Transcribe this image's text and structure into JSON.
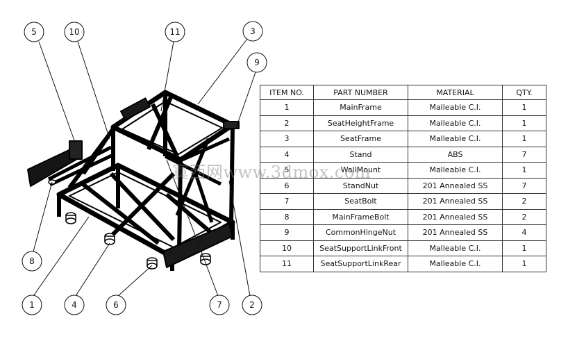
{
  "bom": {
    "headers": {
      "item": "ITEM NO.",
      "part": "PART NUMBER",
      "material": "MATERIAL",
      "qty": "QTY."
    },
    "rows": [
      {
        "item": "1",
        "part": "MainFrame",
        "material": "Malleable C.I.",
        "qty": "1"
      },
      {
        "item": "2",
        "part": "SeatHeightFrame",
        "material": "Malleable C.I.",
        "qty": "1"
      },
      {
        "item": "3",
        "part": "SeatFrame",
        "material": "Malleable C.I.",
        "qty": "1"
      },
      {
        "item": "4",
        "part": "Stand",
        "material": "ABS",
        "qty": "7"
      },
      {
        "item": "5",
        "part": "WallMount",
        "material": "Malleable C.I.",
        "qty": "1"
      },
      {
        "item": "6",
        "part": "StandNut",
        "material": "201 Annealed SS",
        "qty": "7"
      },
      {
        "item": "7",
        "part": "SeatBolt",
        "material": "201 Annealed SS",
        "qty": "2"
      },
      {
        "item": "8",
        "part": "MainFrameBolt",
        "material": "201 Annealed SS",
        "qty": "2"
      },
      {
        "item": "9",
        "part": "CommonHingeNut",
        "material": "201 Annealed SS",
        "qty": "4"
      },
      {
        "item": "10",
        "part": "SeatSupportLinkFront",
        "material": "Malleable C.I.",
        "qty": "1"
      },
      {
        "item": "11",
        "part": "SeatSupportLinkRear",
        "material": "Malleable C.I.",
        "qty": "1"
      }
    ]
  },
  "balloons": {
    "b5": "5",
    "b10": "10",
    "b11": "11",
    "b3": "3",
    "b9": "9",
    "b8": "8",
    "b1": "1",
    "b4": "4",
    "b6": "6",
    "b7": "7",
    "b2": "2"
  },
  "watermark": "寞西网www.3dmox.com"
}
